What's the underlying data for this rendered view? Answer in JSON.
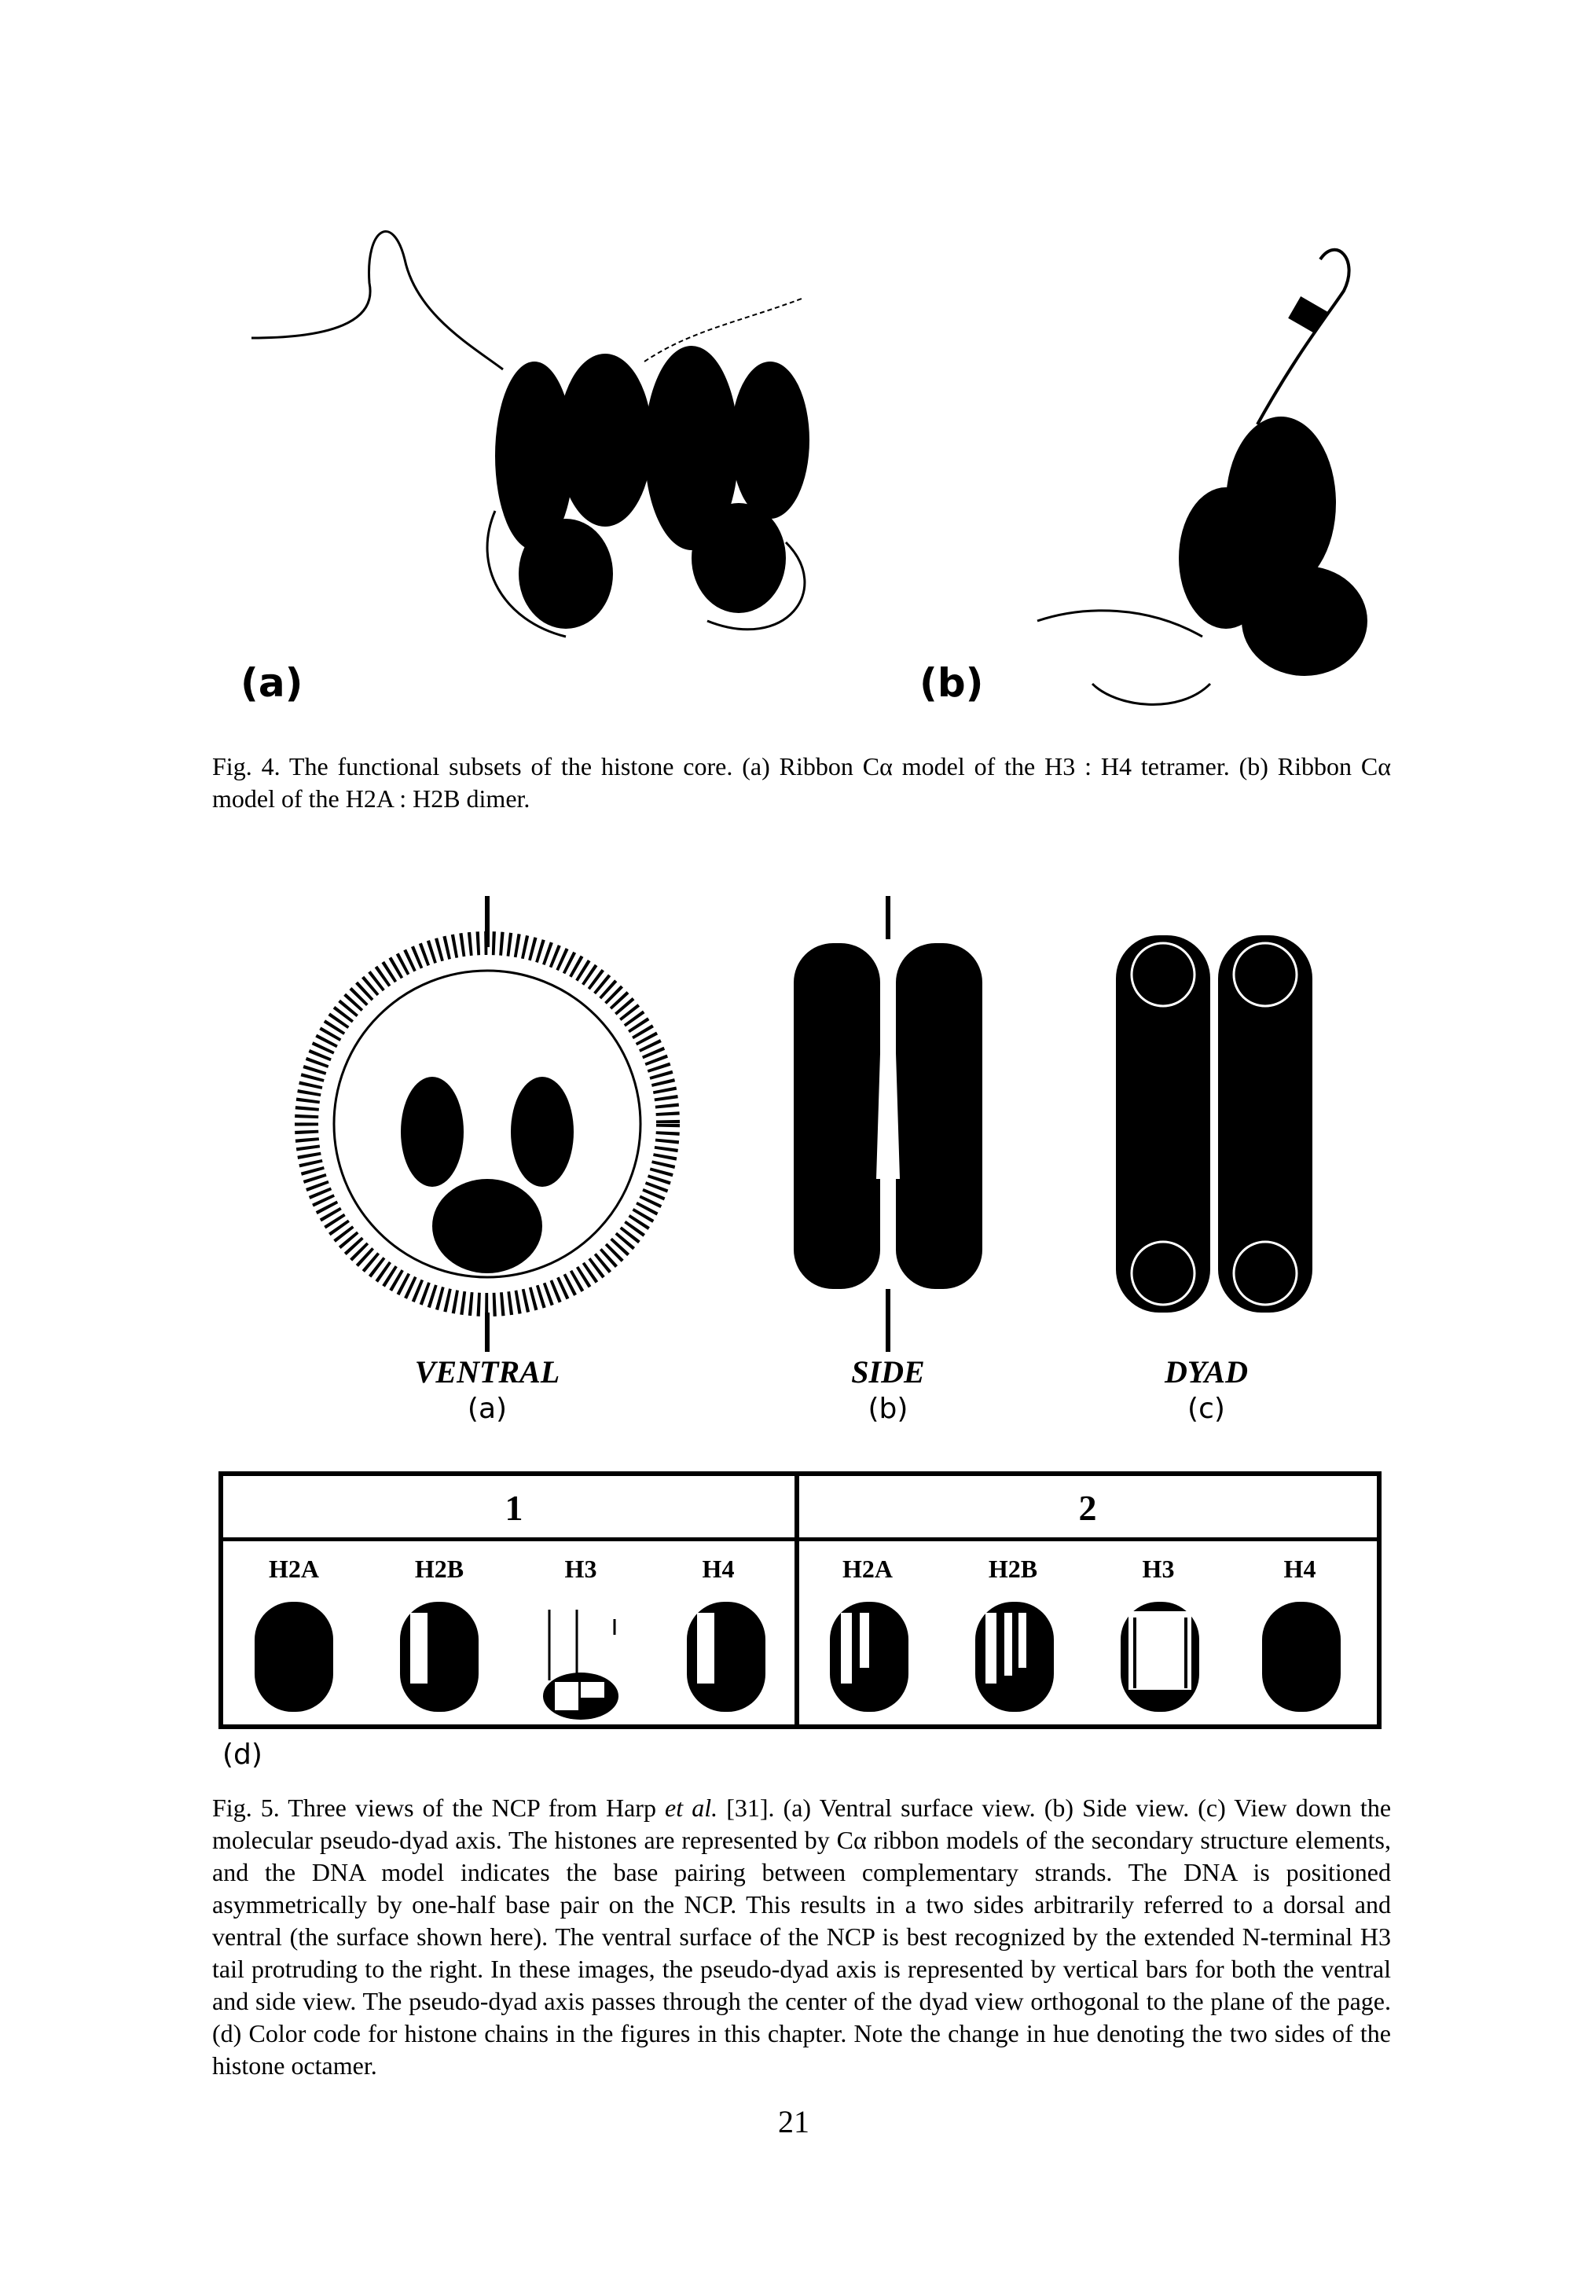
{
  "fig4": {
    "label_a": "(a)",
    "label_b": "(b)",
    "caption_prefix": "Fig. 4.",
    "caption": "The functional subsets of the histone core. (a) Ribbon Cα model of the H3 : H4 tetramer. (b) Ribbon Cα model of the H2A : H2B dimer."
  },
  "fig5": {
    "views": [
      {
        "title": "VENTRAL",
        "letter": "(a)"
      },
      {
        "title": "SIDE",
        "letter": "(b)"
      },
      {
        "title": "DYAD",
        "letter": "(c)"
      }
    ],
    "color_key": {
      "groups": [
        {
          "number": "1",
          "chains": [
            "H2A",
            "H2B",
            "H3",
            "H4"
          ]
        },
        {
          "number": "2",
          "chains": [
            "H2A",
            "H2B",
            "H3",
            "H4"
          ]
        }
      ],
      "label": "(d)"
    },
    "caption_prefix": "Fig. 5.",
    "caption_part1": "Three views of the NCP from Harp",
    "caption_etal": "et al.",
    "caption_part2": "[31]. (a) Ventral surface view. (b) Side view. (c) View down the molecular pseudo-dyad axis. The histones are represented by Cα ribbon models of the secondary structure elements, and the DNA model indicates the base pairing between complementary strands. The DNA is positioned asymmetrically by one-half base pair on the NCP. This results in a two sides arbitrarily referred to a dorsal and ventral (the surface shown here). The ventral surface of the NCP is best recognized by the extended N-terminal H3 tail protruding to the right. In these images, the pseudo-dyad axis is represented by vertical bars for both the ventral and side view. The pseudo-dyad axis passes through the center of the dyad view orthogonal to the plane of the page. (d) Color code for histone chains in the figures in this chapter. Note the change in hue denoting the two sides of the histone octamer."
  },
  "page_number": "21"
}
